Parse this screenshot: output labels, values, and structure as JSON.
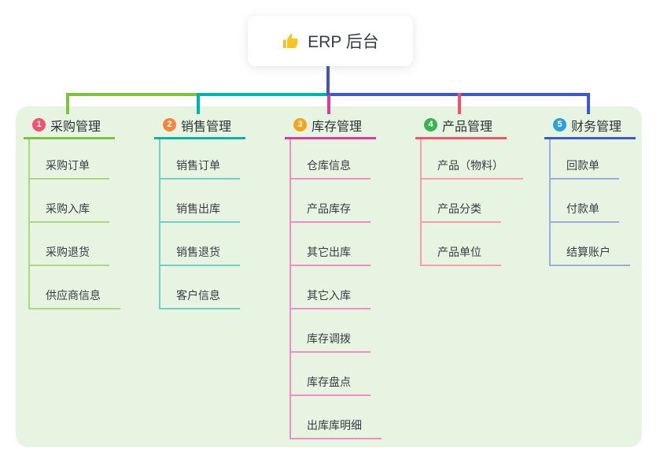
{
  "root": {
    "label": "ERP 后台",
    "icon": "thumbs-up-icon"
  },
  "branches": [
    {
      "index": "1",
      "label": "采购管理",
      "badge_color": "#f25270",
      "line_color": "#7fc242",
      "item_line_color": "#a9d783",
      "items": [
        "采购订单",
        "采购入库",
        "采购退货",
        "供应商信息"
      ]
    },
    {
      "index": "2",
      "label": "销售管理",
      "badge_color": "#f7853d",
      "line_color": "#00b3a9",
      "item_line_color": "#6fd0c8",
      "items": [
        "销售订单",
        "销售出库",
        "销售退货",
        "客户信息"
      ]
    },
    {
      "index": "3",
      "label": "库存管理",
      "badge_color": "#f2a51d",
      "line_color": "#dd3aa0",
      "item_line_color": "#f08bc9",
      "items": [
        "仓库信息",
        "产品库存",
        "其它出库",
        "其它入库",
        "库存调拨",
        "库存盘点",
        "出库库明细"
      ]
    },
    {
      "index": "4",
      "label": "产品管理",
      "badge_color": "#3cb250",
      "line_color": "#f4516c",
      "item_line_color": "#f89dab",
      "items": [
        "产品（物料）",
        "产品分类",
        "产品单位"
      ]
    },
    {
      "index": "5",
      "label": "财务管理",
      "badge_color": "#2ba2d8",
      "line_color": "#3c58cc",
      "item_line_color": "#9badde",
      "items": [
        "回款单",
        "付款单",
        "结算账户"
      ]
    }
  ],
  "colors": {
    "panel_bg": "#e7f4e1",
    "root_line": "#4254c8",
    "text": "#33363c"
  }
}
